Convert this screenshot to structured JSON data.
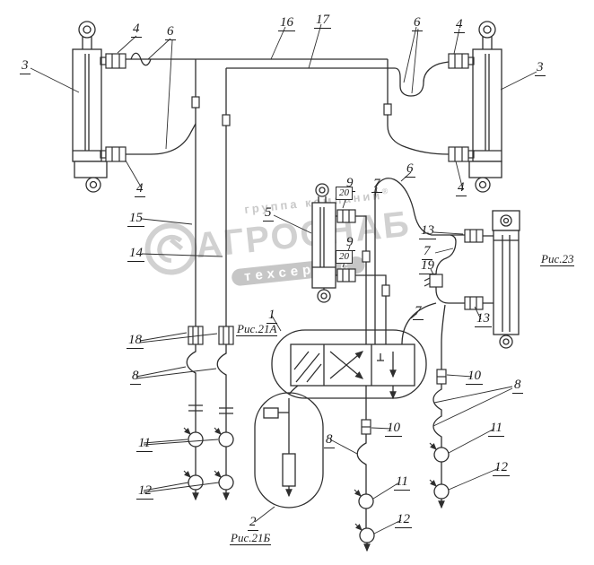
{
  "watermark": {
    "top": "группа компаний",
    "reg": "®",
    "name": "АГРОСНАБ",
    "bottom": "техсервис"
  },
  "captions": {
    "fig21a": "Рис.21А",
    "fig21b": "Рис.21Б",
    "fig23": "Рис.23"
  },
  "boxed_labels": [
    {
      "n": "20"
    },
    {
      "n": "20"
    }
  ],
  "part_labels": [
    {
      "n": "3"
    },
    {
      "n": "4"
    },
    {
      "n": "6"
    },
    {
      "n": "16"
    },
    {
      "n": "17"
    },
    {
      "n": "6"
    },
    {
      "n": "4"
    },
    {
      "n": "3"
    },
    {
      "n": "4"
    },
    {
      "n": "15"
    },
    {
      "n": "14"
    },
    {
      "n": "5"
    },
    {
      "n": "9"
    },
    {
      "n": "7"
    },
    {
      "n": "6"
    },
    {
      "n": "9"
    },
    {
      "n": "13"
    },
    {
      "n": "7"
    },
    {
      "n": "19"
    },
    {
      "n": "4"
    },
    {
      "n": "13"
    },
    {
      "n": "18"
    },
    {
      "n": "1"
    },
    {
      "n": "7"
    },
    {
      "n": "8"
    },
    {
      "n": "10"
    },
    {
      "n": "8"
    },
    {
      "n": "11"
    },
    {
      "n": "10"
    },
    {
      "n": "8"
    },
    {
      "n": "11"
    },
    {
      "n": "12"
    },
    {
      "n": "11"
    },
    {
      "n": "12"
    },
    {
      "n": "2"
    },
    {
      "n": "12"
    }
  ]
}
